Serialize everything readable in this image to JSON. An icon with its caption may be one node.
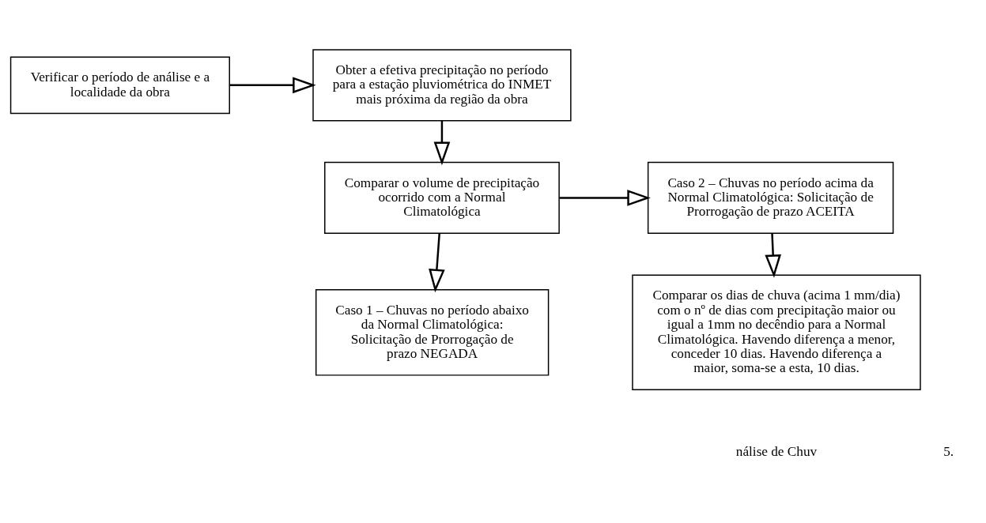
{
  "diagram": {
    "nodes": [
      {
        "text": [
          "Verificar o período de análise e a localidade da obra"
        ]
      },
      {
        "text": [
          "Obter a efetiva precipitação no período para a estação pluviométrica do INMET mais próxima da região da obra"
        ]
      },
      {
        "text": [
          "Caso 2 – Chuvas no período acima da Normal Climatológica: Solicitação de Prorrogação de prazo ACEITA"
        ]
      },
      {
        "text": [
          "Comparar o volume de precipitação ocorrido com a Normal Climatológica"
        ]
      },
      {
        "text": [
          "Comparar os dias de chuva (acima 1 mm/dia) com o nº de dias com precipitação maior ou igual a 1mm no decêndio para a Normal Climatológica. Havendo diferença a menor, conceder 10 dias. Havendo diferença a maior, soma-se a esta, 10 dias."
        ]
      },
      {
        "text": [
          "Caso 1 – Chuvas no período abaixo da Normal Climatológica: Solicitação de Prorrogação de prazo NEGADA"
        ]
      }
    ],
    "edges": [
      {
        "from": 0,
        "to": 1,
        "arrow": "to"
      },
      {
        "from": 1,
        "to": 3,
        "arrow": "to"
      },
      {
        "from": 3,
        "to": 2,
        "arrow": "to"
      },
      {
        "from": 2,
        "to": 4,
        "arrow": "to"
      },
      {
        "from": 3,
        "to": 5,
        "arrow": "to"
      }
    ],
    "labels": [
      "nálise de Chuv",
      "5."
    ]
  }
}
